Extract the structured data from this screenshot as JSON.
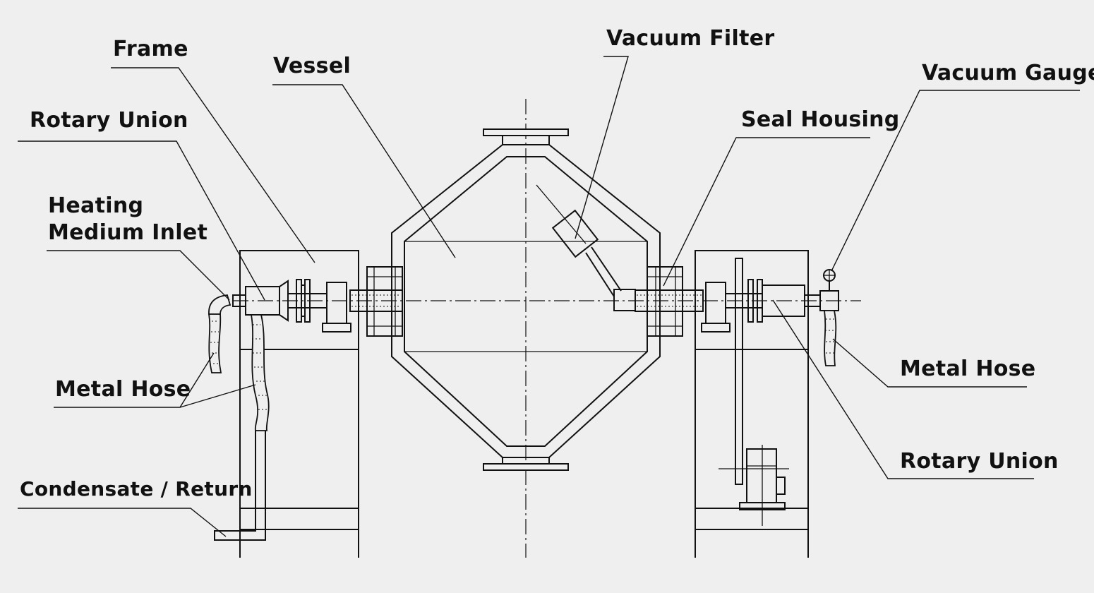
{
  "labels": {
    "frame": "Frame",
    "vessel": "Vessel",
    "vacuum_filter": "Vacuum Filter",
    "vacuum_gauge": "Vacuum Gauge",
    "rotary_union_left": "Rotary Union",
    "seal_housing": "Seal Housing",
    "heating_medium_inlet_line1": "Heating",
    "heating_medium_inlet_line2": "Medium Inlet",
    "metal_hose_left": "Metal Hose",
    "metal_hose_right": "Metal Hose",
    "rotary_union_right": "Rotary Union",
    "condensate_return": "Condensate / Return"
  },
  "colors": {
    "ink": "#111111",
    "background": "#efefef"
  }
}
